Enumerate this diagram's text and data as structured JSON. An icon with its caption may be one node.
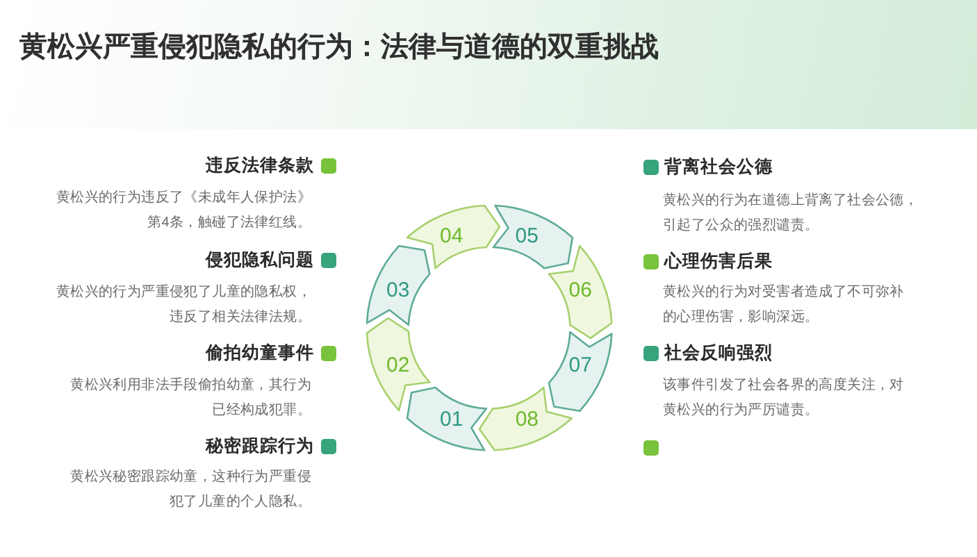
{
  "diagram": {
    "title": "黄松兴严重侵犯隐私的行为：法律与道德的双重挑战",
    "nodes": [
      {
        "text": [
          "01"
        ]
      },
      {
        "text": [
          "02"
        ]
      },
      {
        "text": [
          "03"
        ]
      },
      {
        "text": [
          "04"
        ]
      },
      {
        "text": [
          "05"
        ]
      },
      {
        "text": [
          "06"
        ]
      },
      {
        "text": [
          "07"
        ]
      },
      {
        "text": [
          "08"
        ]
      }
    ],
    "labels": [
      "违反法律条款",
      "黄松兴的行为违反了《未成年人保护法》第4条，触碰了法律红线。",
      "侵犯隐私问题",
      "黄松兴的行为严重侵犯了儿童的隐私权，违反了相关法律法规。",
      "偷拍幼童事件",
      "黄松兴利用非法手段偷拍幼童，其行为已经构成犯罪。",
      "秘密跟踪行为",
      "黄松兴秘密跟踪幼童，这种行为严重侵犯了儿童的个人隐私。",
      "背离社会公德",
      "黄松兴的行为在道德上背离了社会公德，引起了公众的强烈谴责。",
      "心理伤害后果",
      "黄松兴的行为对受害者造成了不可弥补的心理伤害，影响深远。",
      "社会反响强烈",
      "该事件引发了社会各界的高度关注，对黄松兴的行为严厉谴责。"
    ]
  }
}
